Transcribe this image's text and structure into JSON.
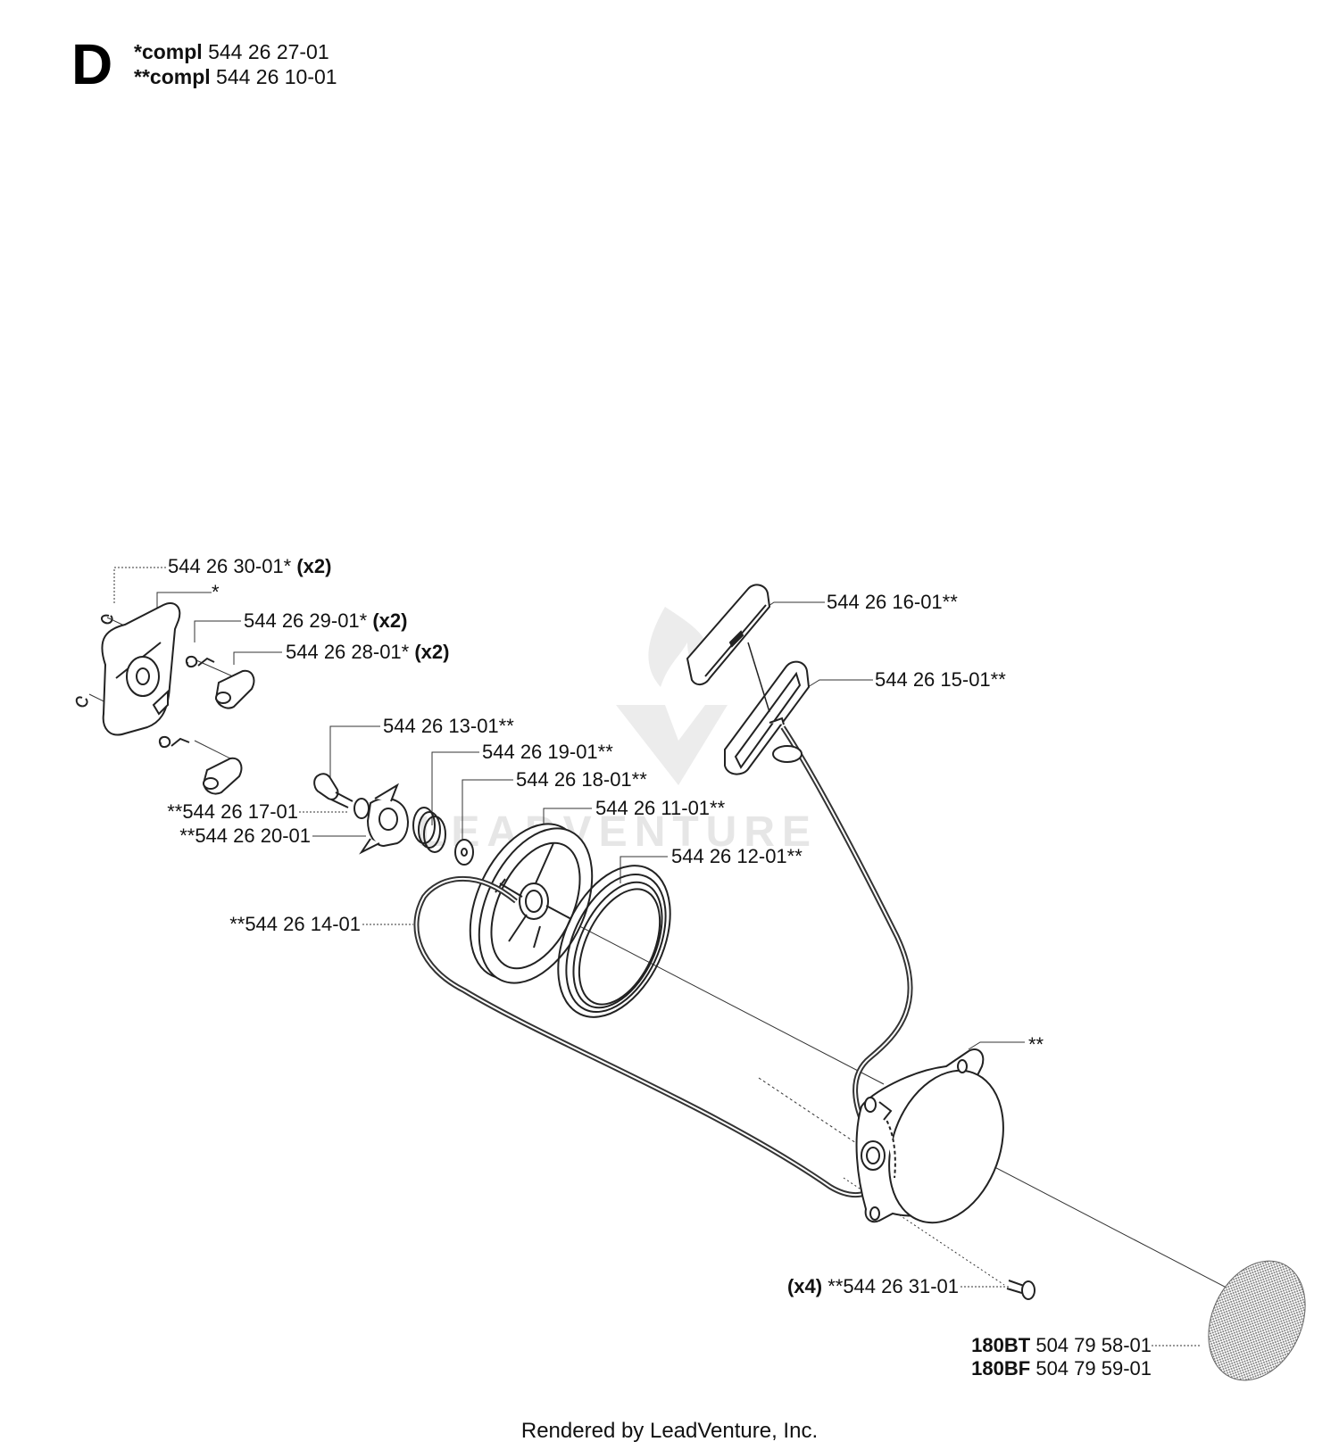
{
  "section": {
    "letter": "D",
    "compl": [
      {
        "prefix": "*compl",
        "number": "544 26 27-01"
      },
      {
        "prefix": "**compl",
        "number": "544 26 10-01"
      }
    ]
  },
  "watermark": "LEADVENTURE",
  "callouts": {
    "p3001": {
      "text": "544 26 30-01*",
      "qty": "(x2)"
    },
    "star": {
      "text": "*"
    },
    "p2901": {
      "text": "544 26 29-01*",
      "qty": "(x2)"
    },
    "p2801": {
      "text": "544 26 28-01*",
      "qty": "(x2)"
    },
    "p1601": {
      "text": "544 26 16-01**"
    },
    "p1501": {
      "text": "544 26 15-01**"
    },
    "p1301": {
      "text": "544 26 13-01**"
    },
    "p1901": {
      "text": "544 26 19-01**"
    },
    "p1801": {
      "text": "544 26 18-01**"
    },
    "p1101": {
      "text": "544 26 11-01**"
    },
    "p1701": {
      "text": "**544 26 17-01"
    },
    "p2001": {
      "text": "**544 26 20-01"
    },
    "p1201": {
      "text": "544 26 12-01**"
    },
    "p1401": {
      "text": "**544 26 14-01"
    },
    "housing": {
      "text": "**"
    },
    "p3101": {
      "qty": "(x4)",
      "text": "**544 26 31-01"
    },
    "decal_bt": {
      "model": "180BT",
      "number": "504 79 58-01"
    },
    "decal_bf": {
      "model": "180BF",
      "number": "504 79 59-01"
    }
  },
  "footer": "Rendered by LeadVenture, Inc."
}
